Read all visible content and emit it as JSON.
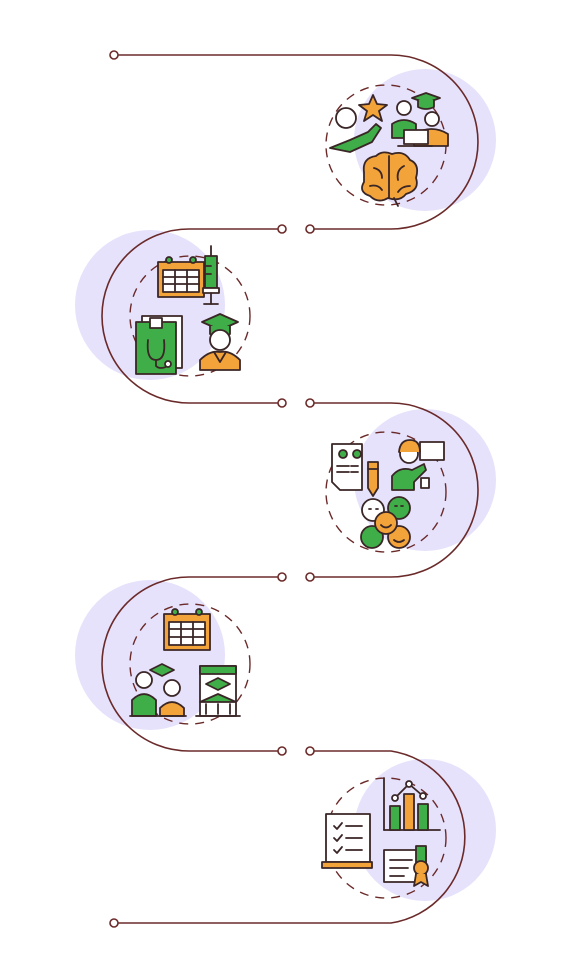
{
  "colors": {
    "line": "#6b2a2a",
    "halo": "#e6e2fb",
    "stroke": "#3a2626",
    "green": "#3fae49",
    "orange": "#f2a33a",
    "white": "#ffffff"
  },
  "steps": [
    {
      "side": "right",
      "icons": [
        "star-icon",
        "hand-icon",
        "graduate-student-icon",
        "student-at-laptop-icon",
        "brain-icon"
      ]
    },
    {
      "side": "left",
      "icons": [
        "calendar-icon",
        "syringe-icon",
        "medical-record-stethoscope-icon",
        "graduate-icon"
      ]
    },
    {
      "side": "right",
      "icons": [
        "pros-cons-document-icon",
        "pencil-icon",
        "teacher-at-board-icon",
        "emotions-faces-icon"
      ]
    },
    {
      "side": "left",
      "icons": [
        "calendar-icon",
        "mentor-student-icon",
        "university-building-icon"
      ]
    },
    {
      "side": "right",
      "icons": [
        "checklist-scroll-icon",
        "bar-chart-icon",
        "certificate-icon"
      ]
    }
  ]
}
